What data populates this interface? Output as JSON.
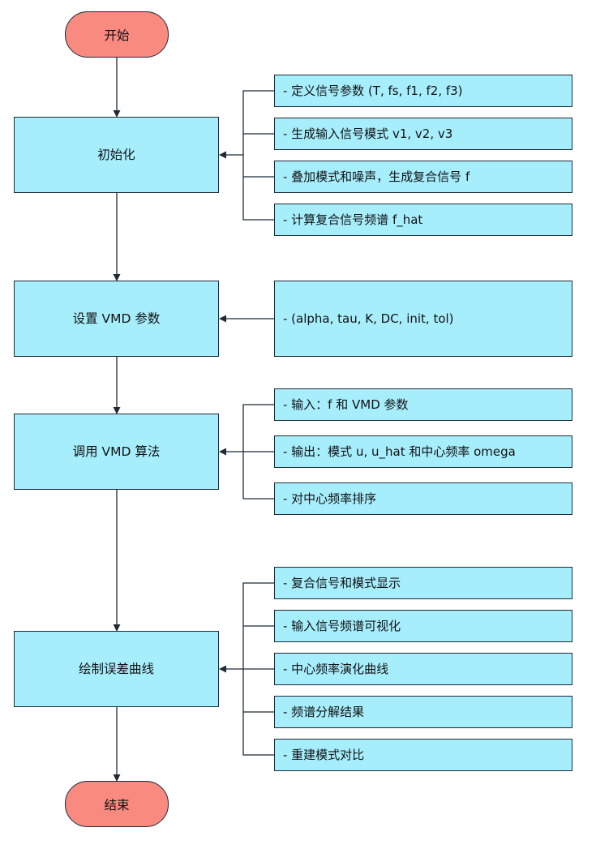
{
  "colors": {
    "process_fill": "#a7eefd",
    "terminal_fill": "#f98a80",
    "line": "#1e2a36"
  },
  "start": {
    "label": "开始"
  },
  "end": {
    "label": "结束"
  },
  "steps": [
    {
      "label": "初始化",
      "details": [
        "- 定义信号参数 (T, fs, f1, f2, f3)",
        "- 生成输入信号模式 v1, v2, v3",
        "- 叠加模式和噪声，生成复合信号 f",
        "- 计算复合信号频谱 f_hat"
      ]
    },
    {
      "label": "设置 VMD 参数",
      "details": [
        "- (alpha, tau, K, DC, init, tol)"
      ]
    },
    {
      "label": "调用 VMD 算法",
      "details": [
        "- 输入：f 和 VMD 参数",
        "- 输出：模式 u, u_hat 和中心频率 omega",
        "- 对中心频率排序"
      ]
    },
    {
      "label": "绘制误差曲线",
      "details": [
        "- 复合信号和模式显示",
        "- 输入信号频谱可视化",
        "- 中心频率演化曲线",
        "- 频谱分解结果",
        "- 重建模式对比"
      ]
    }
  ]
}
